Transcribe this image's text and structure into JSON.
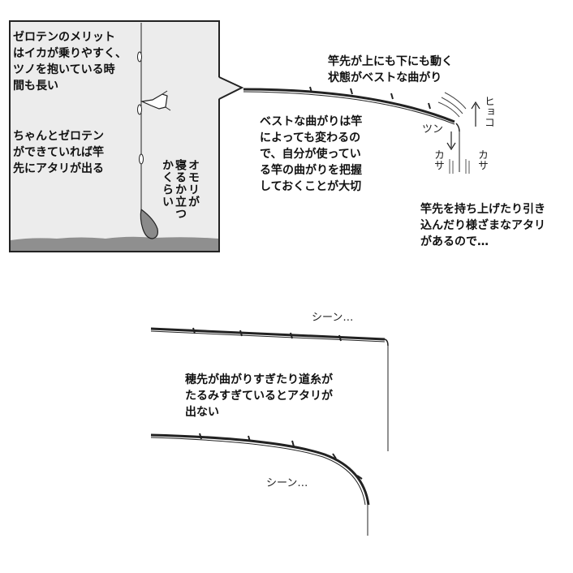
{
  "panel": {
    "merit_text": "ゼロテンのメリット\nはイカが乗りやすく、\nツノを抱いている時\n間も長い",
    "zeroten_text": "ちゃんとゼロテン\nができていれば竿\n先にアタリが出る",
    "sinker_text": "オモリが\n寝るか立つ\nかくらい"
  },
  "top_right": {
    "best_bend_caption": "竿先が上にも下にも動く\n状態がベストな曲がり",
    "best_bend_note": "ベストな曲がりは竿\nによっても変わるの\nで、自分が使ってい\nる竿の曲がりを把握\nしておくことが大切",
    "various_bites": "竿先を持ち上げたり引き\n込んだり様ざまなアタリ\nがあるので…",
    "sfx_hyoko": "ヒョコ",
    "sfx_tsun": "ツン",
    "sfx_kasa1": "カサ",
    "sfx_kasa2": "カサ"
  },
  "bottom": {
    "sfx_shiin_top": "シーン…",
    "sfx_shiin_bottom": "シーン…",
    "bad_bend_note": "穂先が曲がりすぎたり道糸が\nたるみすぎているとアタリが\n出ない"
  }
}
